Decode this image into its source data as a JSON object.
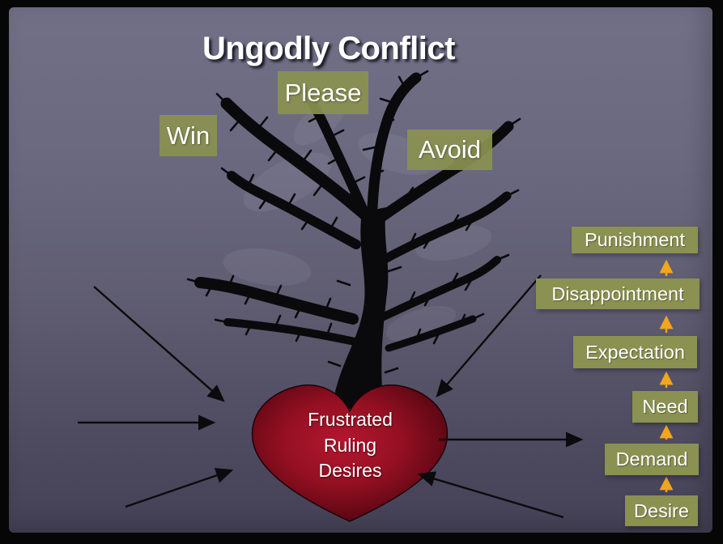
{
  "slide": {
    "title": "Ungodly Conflict",
    "tree_labels": {
      "win": "Win",
      "please": "Please",
      "avoid": "Avoid"
    },
    "heart": {
      "line1": "Frustrated",
      "line2": "Ruling",
      "line3": "Desires"
    },
    "chain": {
      "items": [
        "Punishment",
        "Disappointment",
        "Expectation",
        "Need",
        "Demand",
        "Desire"
      ]
    },
    "colors": {
      "background_top": "#727086",
      "background_bottom": "#444156",
      "frame": "#060606",
      "label_box_olive": "#8A9151",
      "heart_center": "#B51730",
      "heart_edge": "#47040E",
      "tree_silhouette": "#0A0A0C",
      "black_arrow": "#0B0B0D",
      "escalation_arrow": "#F2A51E",
      "text": "#FFFFFF"
    }
  }
}
